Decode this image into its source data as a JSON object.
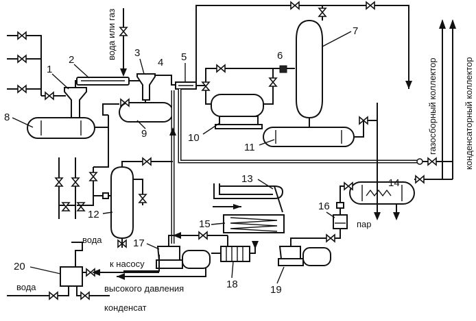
{
  "labels": {
    "water_or_gas": "вода или газ",
    "gas_collector": "газосборный коллектор",
    "condensate_collector": "конденсаторный коллектор",
    "steam": "пар",
    "water_top": "вода",
    "to_pump": "к насосу",
    "high_pressure": "высокого давления",
    "water_bottom": "вода",
    "condensate": "конденсат"
  },
  "numbers": {
    "n1": "1",
    "n2": "2",
    "n3": "3",
    "n4": "4",
    "n5": "5",
    "n6": "6",
    "n7": "7",
    "n8": "8",
    "n9": "9",
    "n10": "10",
    "n11": "11",
    "n12": "12",
    "n13": "13",
    "n14": "14",
    "n15": "15",
    "n16": "16",
    "n17": "17",
    "n18": "18",
    "n19": "19",
    "n20": "20"
  },
  "colors": {
    "line": "#111111",
    "background": "#ffffff"
  }
}
